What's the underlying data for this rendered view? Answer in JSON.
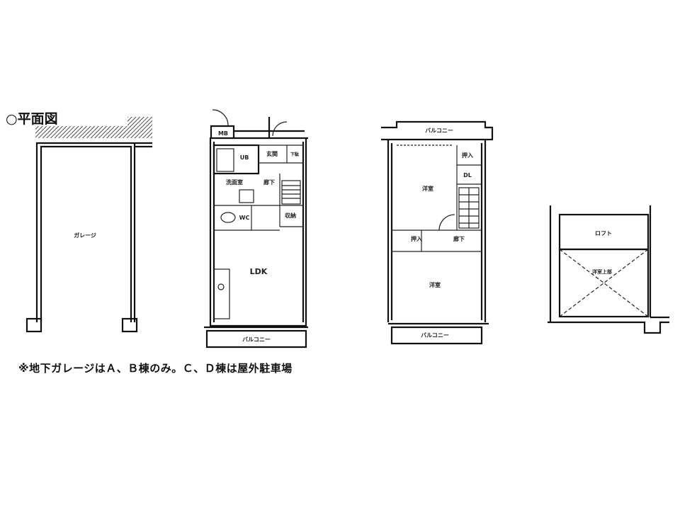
{
  "title": "○平面図",
  "note": "※地下ガレージはＡ、Ｂ棟のみ。Ｃ、Ｄ棟は屋外駐車場",
  "garage": {
    "label": "ガレージ"
  },
  "floor1": {
    "mb": "MB",
    "ub": "UB",
    "entrance": "玄関",
    "shoe": "下駄",
    "washroom": "洗面室",
    "hall": "廊下",
    "wc": "WC",
    "storage": "収納",
    "ldk": "LDK",
    "balcony": "バルコニー"
  },
  "floor2": {
    "balcony_top": "バルコニー",
    "room1": "洋室",
    "closet1": "押入",
    "dl": "DL",
    "closet2": "押入",
    "hall": "廊下",
    "room2": "洋室",
    "balcony_bottom": "バルコニー"
  },
  "loft": {
    "loft": "ロフト",
    "above": "洋室上部"
  }
}
